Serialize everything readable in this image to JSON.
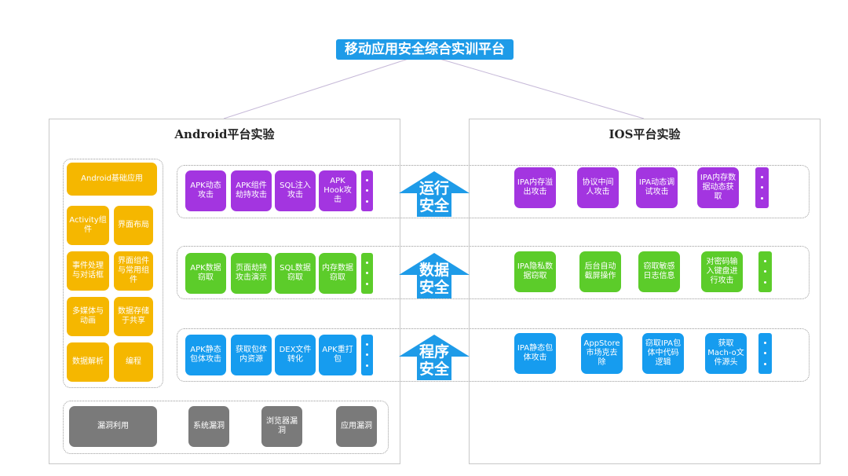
{
  "title": "移动应用安全综合实训平台",
  "android": {
    "title": "Android平台实验",
    "basics": {
      "header": "Android基础应用",
      "items": [
        "Activity组件",
        "界面布局",
        "事件处理与对话框",
        "界面组件与常用组件",
        "多媒体与动画",
        "数据存储于共享",
        "数据解析",
        "编程"
      ]
    },
    "rows": [
      [
        "APK动态攻击",
        "APK组件劫持攻击",
        "SQL注入攻击",
        "APK Hook攻击"
      ],
      [
        "APK数据窃取",
        "页面劫持攻击演示",
        "SQL数据窃取",
        "内存数据窃取"
      ],
      [
        "APK静态包体攻击",
        "获取包体内资源",
        "DEX文件转化",
        "APK重打包"
      ]
    ],
    "vuln": [
      "漏洞利用",
      "系统漏洞",
      "浏览器漏洞",
      "应用漏洞"
    ]
  },
  "ios": {
    "title": "IOS平台实验",
    "rows": [
      [
        "IPA内存溢出攻击",
        "协议中间人攻击",
        "IPA动态调试攻击",
        "IPA内存数据动态获取"
      ],
      [
        "IPA隐私数据窃取",
        "后台自动截屏操作",
        "窃取敏感日志信息",
        "对密码输入键盘进行攻击"
      ],
      [
        "IPA静态包体攻击",
        "AppStore市场克去除",
        "窃取IPA包体中代码逻辑",
        "获取Mach-o文件源头"
      ]
    ]
  },
  "categories": [
    "运行安全",
    "数据安全",
    "程序安全"
  ],
  "colors": {
    "run": "#a335e0",
    "data": "#5ccc2a",
    "program": "#169cef",
    "basic": "#f5b700",
    "vuln": "#7a7a7a",
    "title": "#1e9be8"
  }
}
